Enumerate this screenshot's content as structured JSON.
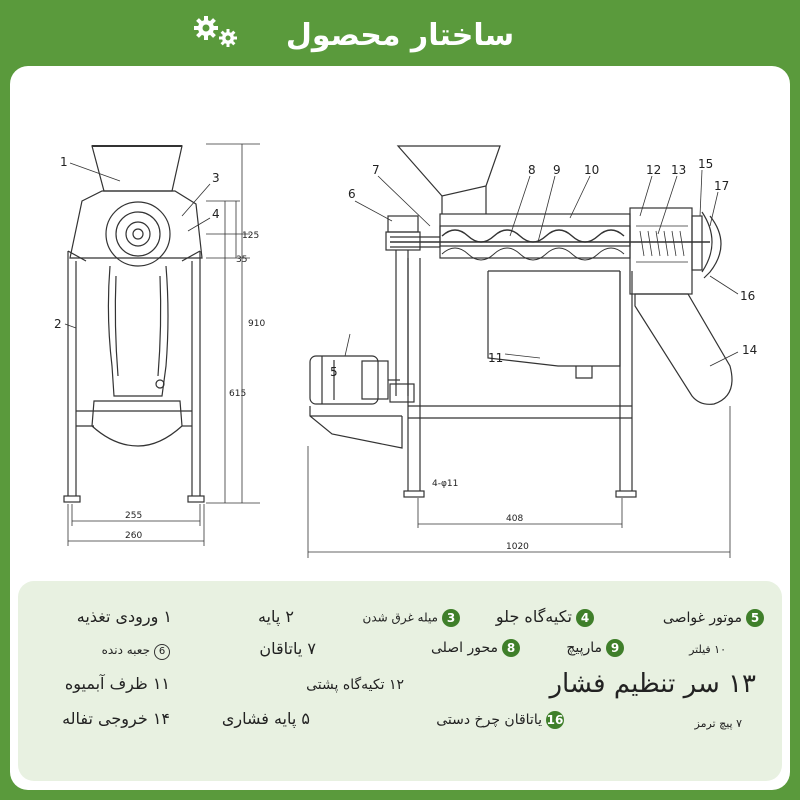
{
  "header": {
    "title": "ساختار محصول"
  },
  "colors": {
    "frame": "#5a9a3c",
    "legend_bg": "#e8f1e1",
    "badge": "#3f7f2a"
  },
  "drawing": {
    "callouts_left": [
      "1",
      "2",
      "3",
      "4"
    ],
    "callouts_right": [
      "5",
      "6",
      "7",
      "8",
      "9",
      "10",
      "11",
      "12",
      "13",
      "15",
      "16",
      "17",
      "14"
    ],
    "dim_910": "910",
    "dim_615": "615",
    "dim_125": "125",
    "dim_35": "35",
    "dim_255": "255",
    "dim_260": "260",
    "dim_408": "408",
    "dim_1020": "1020",
    "label_phi11": "4-φ11"
  },
  "legend": {
    "motor": "موتور غواصی",
    "front_support": "تکیه‌گاه جلو",
    "sink_rod": "میله غرق شدن",
    "stand": "۲ پایه",
    "feed_inlet": "۱ ورودی تغذیه",
    "filter": "۱۰ فیلتر",
    "screw": "مارپیچ",
    "main_shaft": "محور اصلی",
    "bearing": "۷ یاتاقان",
    "gearbox": "جعبه دنده",
    "pressure_head": "۱۳ سر تنظیم فشار",
    "back_support": "۱۲ تکیه‌گاه پشتی",
    "juice_container": "۱۱ ظرف آبمیوه",
    "brake_screw": "۷ پیچ ترمز",
    "handwheel_bearing": "یاتاقان چرخ دستی",
    "press_stand": "۵ پایه فشاری",
    "residue_outlet": "۱۴ خروجی تفاله",
    "n5": "5",
    "n4": "4",
    "n3": "3",
    "n9": "9",
    "n8": "8",
    "n6": "6",
    "n16": "16"
  }
}
